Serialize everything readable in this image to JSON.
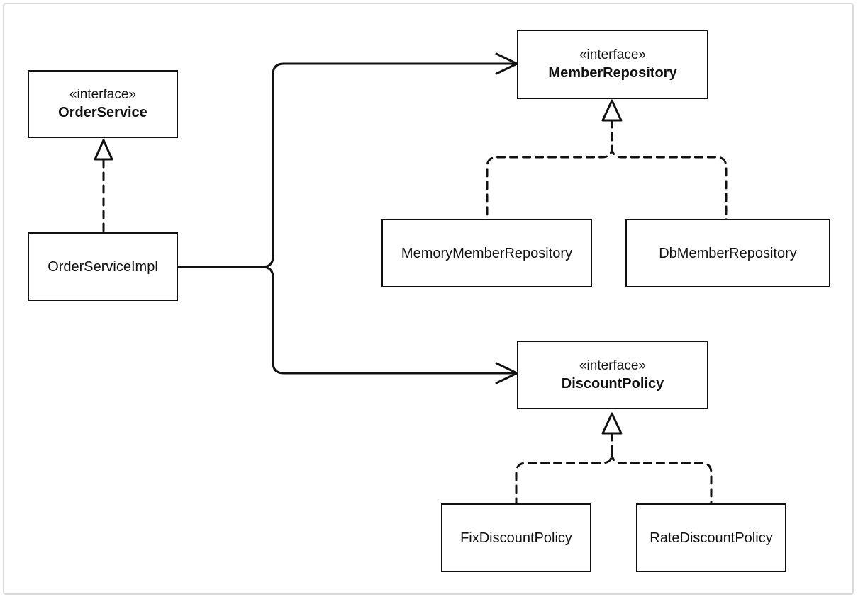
{
  "colors": {
    "line": "#111111",
    "frame": "#d9d9d9",
    "background": "#ffffff"
  },
  "nodes": {
    "order_service": {
      "stereotype": "«interface»",
      "name": "OrderService"
    },
    "order_service_impl": {
      "name": "OrderServiceImpl"
    },
    "member_repository": {
      "stereotype": "«interface»",
      "name": "MemberRepository"
    },
    "memory_member_repository": {
      "name": "MemoryMemberRepository"
    },
    "db_member_repository": {
      "name": "DbMemberRepository"
    },
    "discount_policy": {
      "stereotype": "«interface»",
      "name": "DiscountPolicy"
    },
    "fix_discount_policy": {
      "name": "FixDiscountPolicy"
    },
    "rate_discount_policy": {
      "name": "RateDiscountPolicy"
    }
  },
  "relations": [
    {
      "from": "order_service_impl",
      "to": "order_service",
      "kind": "realization"
    },
    {
      "from": "order_service_impl",
      "to": "member_repository",
      "kind": "association"
    },
    {
      "from": "order_service_impl",
      "to": "discount_policy",
      "kind": "association"
    },
    {
      "from": "memory_member_repository",
      "to": "member_repository",
      "kind": "realization"
    },
    {
      "from": "db_member_repository",
      "to": "member_repository",
      "kind": "realization"
    },
    {
      "from": "fix_discount_policy",
      "to": "discount_policy",
      "kind": "realization"
    },
    {
      "from": "rate_discount_policy",
      "to": "discount_policy",
      "kind": "realization"
    }
  ]
}
